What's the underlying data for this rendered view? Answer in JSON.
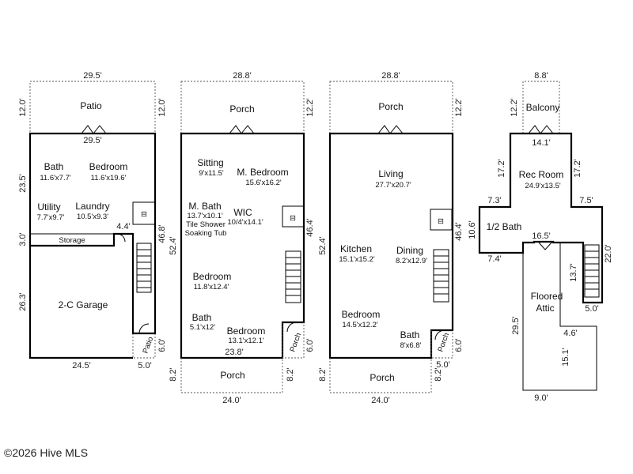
{
  "plan1": {
    "dims": {
      "top": "29.5'",
      "inner_top": "29.5'",
      "left_patio": "12.0'",
      "right_patio": "12.0'",
      "left_upper": "23.5'",
      "left_storage": "3.0'",
      "left_garage": "26.3'",
      "right_main": "46.8'",
      "notch": "4.4'",
      "bottom_garage": "24.5'",
      "bottom_patio": "5.0'",
      "side_patio": "6.0'"
    },
    "rooms": {
      "patio": "Patio",
      "bath": "Bath",
      "bath_size": "11.6'x7.7'",
      "bedroom": "Bedroom",
      "bedroom_size": "11.6'x19.6'",
      "utility": "Utility",
      "utility_size": "7.7'x9.7'",
      "laundry": "Laundry",
      "laundry_size": "10.5'x9.3'",
      "storage": "Storage",
      "garage": "2-C Garage",
      "side_patio": "Patio"
    }
  },
  "plan2": {
    "dims": {
      "top": "28.8'",
      "right_porch": "12.2'",
      "left_main": "52.4'",
      "right_main": "46.4'",
      "inner_bottom": "23.8'",
      "side_porch": "6.0'",
      "bottom": "24.0'",
      "left_porch": "8.2'",
      "right_porch_low": "8.2'"
    },
    "rooms": {
      "porch_top": "Porch",
      "sitting": "Sitting",
      "sitting_size": "9'x11.5'",
      "mbed": "M. Bedroom",
      "mbed_size": "15.6'x16.2'",
      "mbath": "M. Bath",
      "mbath_size": "13.7'x10.1'",
      "wic": "WIC",
      "wic_size": "10/4'x14.1'",
      "tile": "Tile Shower",
      "soak": "Soaking Tub",
      "bed1": "Bedroom",
      "bed1_size": "11.8'x12.4'",
      "bath": "Bath",
      "bath_size": "5.1'x12'",
      "bed2": "Bedroom",
      "bed2_size": "13.1'x12.1'",
      "side_porch": "Porch",
      "porch_bottom": "Porch"
    }
  },
  "plan3": {
    "dims": {
      "top": "28.8'",
      "right_porch": "12.2'",
      "left_main": "52.4'",
      "right_main": "46.4'",
      "side_porch": "6.0'",
      "bottom_side": "5.0'",
      "bottom": "24.0'",
      "left_porch": "8.2'",
      "right_porch_low": "8.2'"
    },
    "rooms": {
      "porch_top": "Porch",
      "living": "Living",
      "living_size": "27.7'x20.7'",
      "kitchen": "Kitchen",
      "kitchen_size": "15.1'x15.2'",
      "dining": "Dining",
      "dining_size": "8.2'x12.9'",
      "bedroom": "Bedroom",
      "bedroom_size": "14.5'x12.2'",
      "bath": "Bath",
      "bath_size": "8'x6.8'",
      "side_porch": "Porch",
      "porch_bottom": "Porch"
    }
  },
  "plan4": {
    "dims": {
      "top": "8.8'",
      "balcony_left": "12.2'",
      "rec_top": "14.1'",
      "rec_left": "17.2'",
      "rec_right": "17.2'",
      "wing_left": "7.3'",
      "wing_right": "7.5'",
      "wing_height": "10.6'",
      "wing_bottom": "7.4'",
      "mid": "16.5'",
      "stair_left": "13.7'",
      "right_side": "22.0'",
      "stair_bottom": "5.0'",
      "attic_left": "29.5'",
      "attic_notch": "4.6'",
      "attic_lower": "15.1'",
      "attic_bottom": "9.0'"
    },
    "rooms": {
      "balcony": "Balcony",
      "rec": "Rec Room",
      "rec_size": "24.9'x13.5'",
      "half_bath": "1/2 Bath",
      "attic1": "Floored",
      "attic2": "Attic"
    }
  },
  "footer": {
    "copyright": "©2026 Hive MLS"
  }
}
